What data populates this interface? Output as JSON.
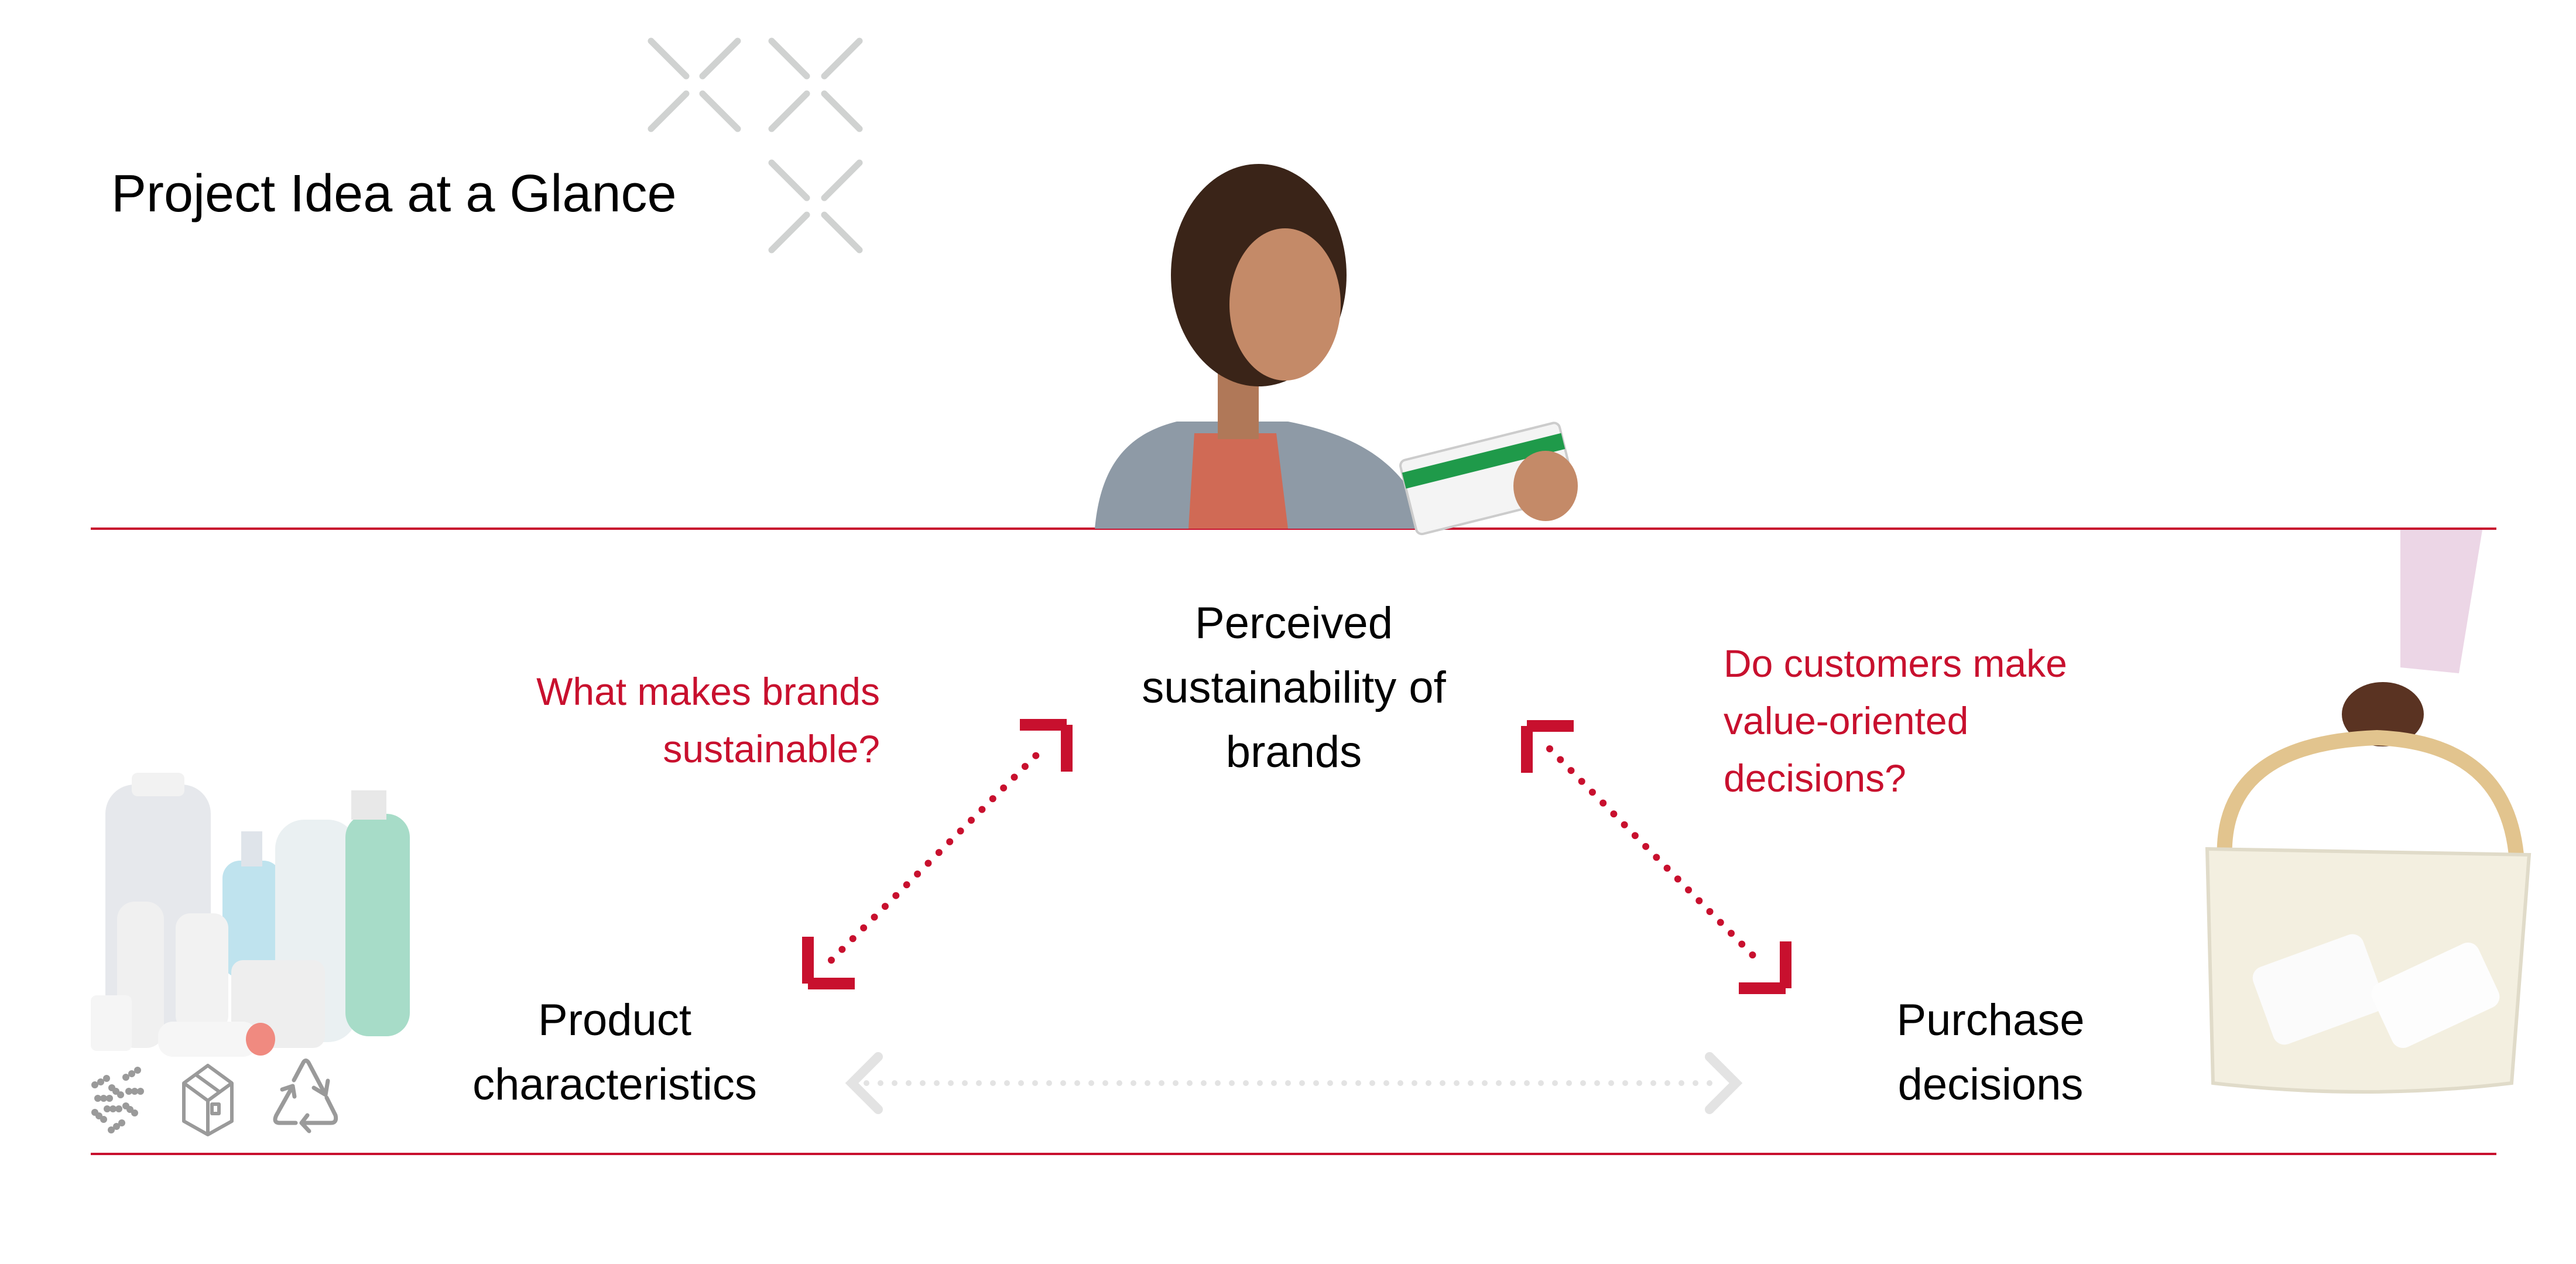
{
  "title": "Project Idea at a Glance",
  "nodes": {
    "top": [
      "Perceived",
      "sustainability of",
      "brands"
    ],
    "left": [
      "Product",
      "characteristics"
    ],
    "right": [
      "Purchase",
      "decisions"
    ]
  },
  "questions": {
    "left": [
      "What makes brands",
      "sustainable?"
    ],
    "right": [
      "Do customers make",
      "value-oriented",
      "decisions?"
    ]
  },
  "icons": [
    "particles-icon",
    "box-icon",
    "recycle-icon"
  ],
  "colors": {
    "accent": "#c8102e",
    "decor": "#d0d2d1",
    "icon": "#9a9a9a",
    "muted_arrow": "#e3e3e3"
  }
}
